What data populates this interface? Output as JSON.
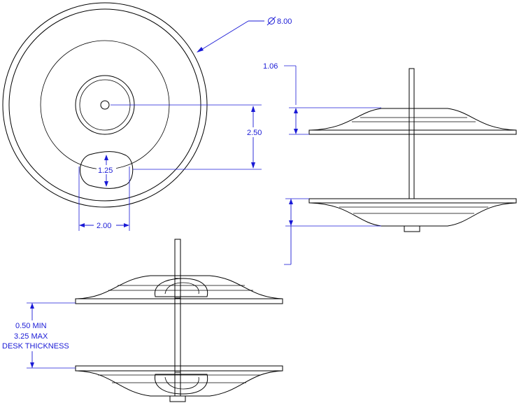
{
  "dimensions": {
    "diameter": "8.00",
    "height": "1.06",
    "offset": "2.50",
    "notch_height": "1.25",
    "notch_width": "2.00",
    "desk_thickness_lines": [
      "0.50 MIN",
      "3.25 MAX",
      "DESK THICKNESS"
    ]
  },
  "colors": {
    "dimension": "#1a1ad6",
    "outline": "#000000",
    "background": "#ffffff"
  },
  "icons": {
    "diameter_symbol": "diameter-symbol-icon"
  }
}
